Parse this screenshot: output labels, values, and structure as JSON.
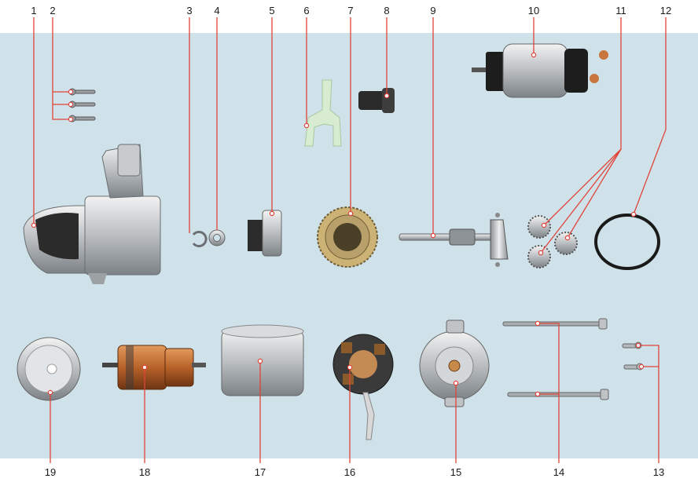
{
  "figure": {
    "title": "",
    "background_color": "#cfe2ea",
    "leader_color": "#e0443a",
    "parts": [
      {
        "label": "1",
        "name": "starter-housing"
      },
      {
        "label": "2",
        "name": "housing-screws"
      },
      {
        "label": "3",
        "name": "snap-ring"
      },
      {
        "label": "4",
        "name": "thrust-washer"
      },
      {
        "label": "5",
        "name": "drive-pinion"
      },
      {
        "label": "6",
        "name": "drive-lever"
      },
      {
        "label": "7",
        "name": "ring-gear"
      },
      {
        "label": "8",
        "name": "rubber-seal"
      },
      {
        "label": "9",
        "name": "drive-shaft"
      },
      {
        "label": "10",
        "name": "solenoid"
      },
      {
        "label": "11",
        "name": "planet-gears"
      },
      {
        "label": "12",
        "name": "gasket-ring"
      },
      {
        "label": "13",
        "name": "cover-screws"
      },
      {
        "label": "14",
        "name": "through-bolts"
      },
      {
        "label": "15",
        "name": "end-cover"
      },
      {
        "label": "16",
        "name": "brush-holder"
      },
      {
        "label": "17",
        "name": "stator-housing"
      },
      {
        "label": "18",
        "name": "armature"
      },
      {
        "label": "19",
        "name": "dust-cap"
      }
    ]
  }
}
